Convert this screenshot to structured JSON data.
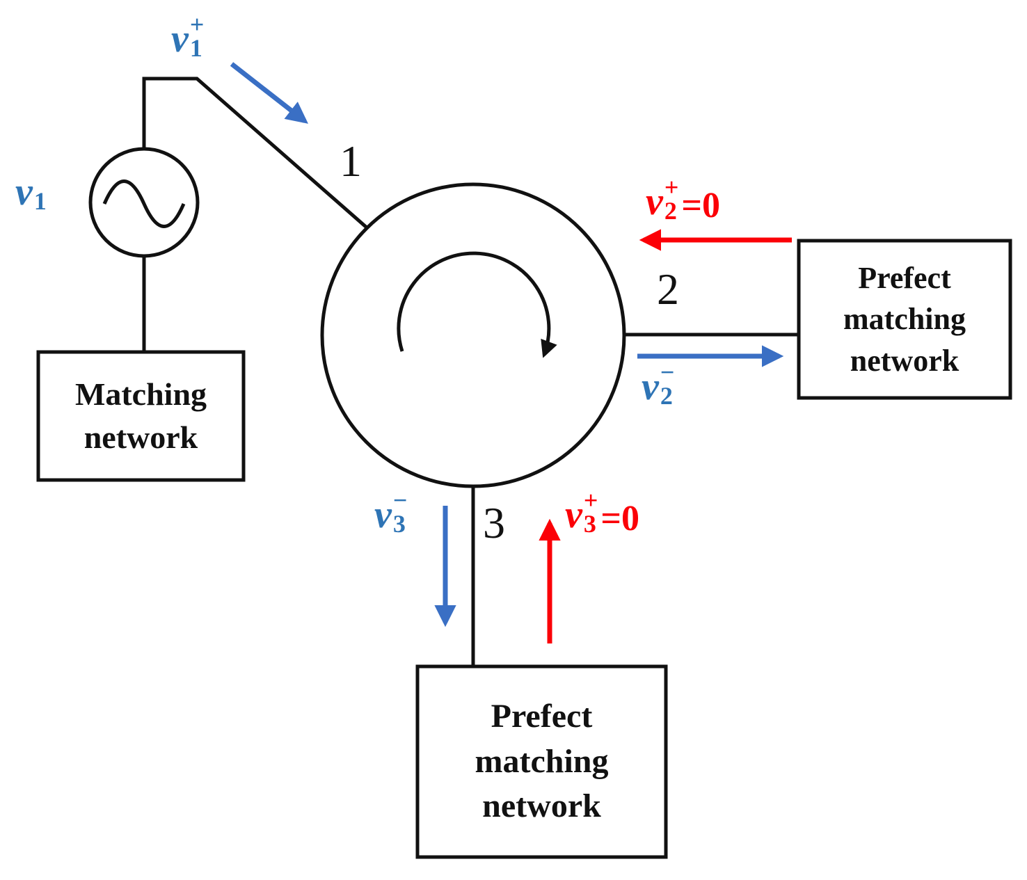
{
  "figure": {
    "type": "diagram",
    "subject": "three-port circulator driven at port 1 with matching networks on all ports",
    "colors": {
      "label_blue": "#2e74b5",
      "arrow_blue": "#3a6fc4",
      "red": "#fb0007",
      "line_black": "#111111",
      "background": "#ffffff"
    },
    "circulator": {
      "rotation": "clockwise"
    },
    "ports": {
      "p1": "1",
      "p2": "2",
      "p3": "3"
    },
    "source": {
      "base": "v",
      "sub": "1",
      "sup": "",
      "suffix": ""
    },
    "waves": {
      "v1_plus": {
        "base": "v",
        "sub": "1",
        "sup": "+",
        "suffix": ""
      },
      "v2_plus": {
        "base": "v",
        "sub": "2",
        "sup": "+",
        "suffix": "=0"
      },
      "v2_minus": {
        "base": "v",
        "sub": "2",
        "sup": "−",
        "suffix": ""
      },
      "v3_minus": {
        "base": "v",
        "sub": "3",
        "sup": "−",
        "suffix": ""
      },
      "v3_plus": {
        "base": "v",
        "sub": "3",
        "sup": "+",
        "suffix": "=0"
      }
    },
    "boxes": {
      "matching1": {
        "lines": [
          "Matching",
          "network"
        ]
      },
      "matching2": {
        "lines": [
          "Prefect",
          "matching",
          "network"
        ]
      },
      "matching3": {
        "lines": [
          "Prefect",
          "matching",
          "network"
        ]
      }
    }
  }
}
